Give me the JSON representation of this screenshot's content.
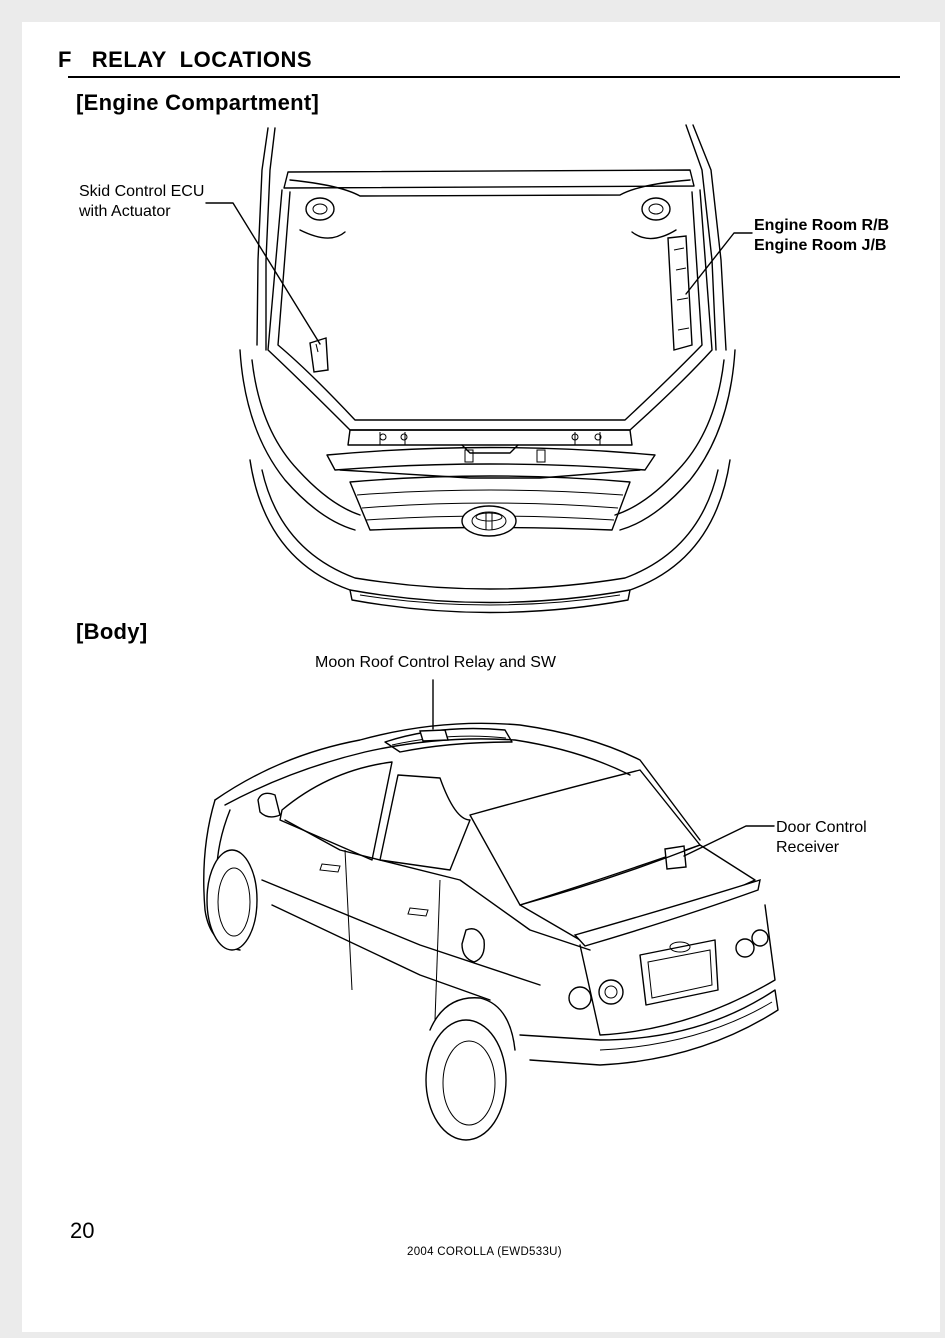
{
  "header": {
    "section_letter": "F",
    "title": "RELAY  LOCATIONS"
  },
  "sections": {
    "engine": {
      "label": "[Engine  Compartment]"
    },
    "body": {
      "label": "[Body]"
    }
  },
  "callouts": {
    "skid_control": {
      "line1": "Skid Control ECU",
      "line2": "with Actuator"
    },
    "engine_room": {
      "line1": "Engine Room R/B",
      "line2": "Engine Room J/B"
    },
    "moon_roof": {
      "line1": "Moon Roof Control Relay and SW"
    },
    "door_control": {
      "line1": "Door Control",
      "line2": "Receiver"
    }
  },
  "footer": {
    "page_number": "20",
    "document": "2004  COROLLA  (EWD533U)"
  }
}
